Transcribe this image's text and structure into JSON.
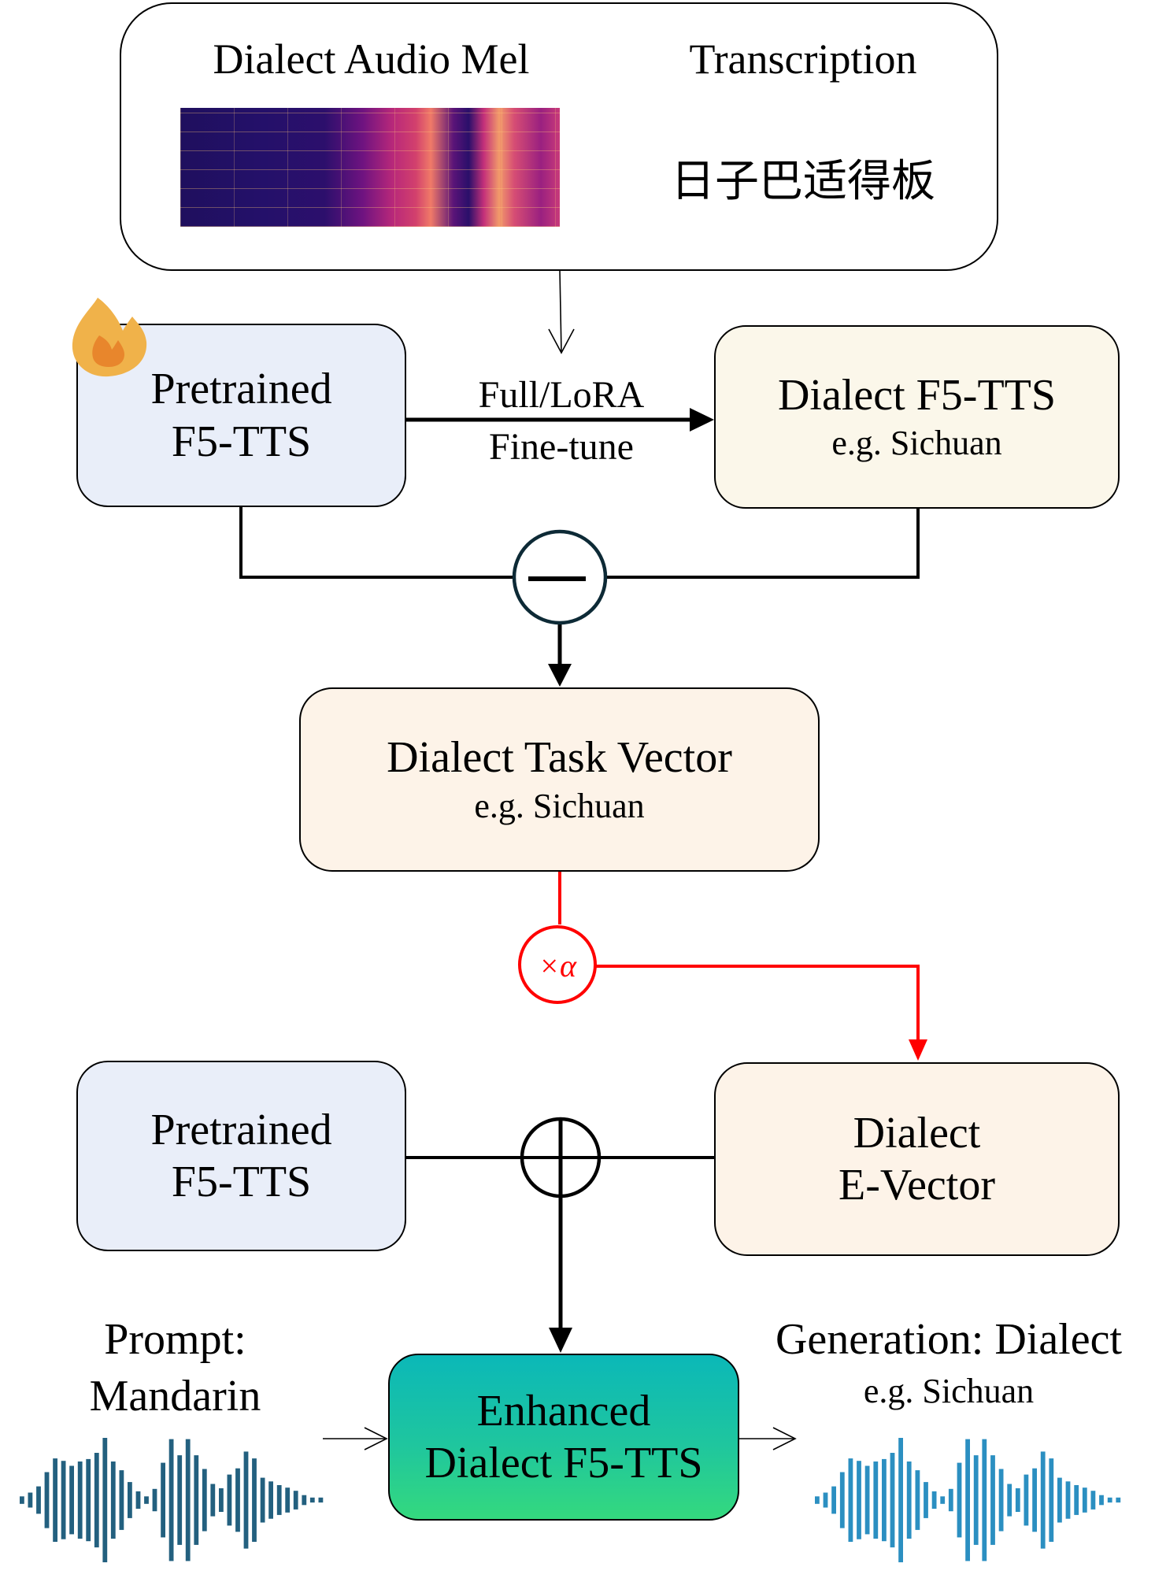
{
  "input_panel": {
    "mel_label": "Dialect Audio Mel",
    "transcription_label": "Transcription",
    "transcription_text": "日子巴适得板"
  },
  "pretrained_top": {
    "line1": "Pretrained",
    "line2": "F5-TTS",
    "icon": "fire-icon"
  },
  "finetune_edge": {
    "line1": "Full/LoRA",
    "line2": "Fine-tune"
  },
  "dialect_model": {
    "title": "Dialect F5-TTS",
    "example": "e.g. Sichuan"
  },
  "subtract_op": {
    "symbol": "minus"
  },
  "task_vector": {
    "title": "Dialect Task Vector",
    "example": "e.g. Sichuan"
  },
  "scale_op": {
    "label": "×α",
    "color": "#ff0000"
  },
  "pretrained_bottom": {
    "line1": "Pretrained",
    "line2": "F5-TTS"
  },
  "e_vector": {
    "line1": "Dialect",
    "line2": "E-Vector"
  },
  "add_op": {
    "symbol": "plus"
  },
  "enhanced_model": {
    "line1": "Enhanced",
    "line2": "Dialect F5-TTS"
  },
  "prompt": {
    "line1": "Prompt:",
    "line2": "Mandarin",
    "wave_color": "#23607f"
  },
  "generation": {
    "line1": "Generation: Dialect",
    "line2": "e.g. Sichuan",
    "wave_color": "#2b8fc1"
  },
  "colors": {
    "pretrained_fill": "#e9eef9",
    "dialect_fill": "#fbf7ea",
    "vector_fill": "#fdf3e8",
    "enhanced_top": "#0bb8b8",
    "enhanced_bottom": "#34d97e",
    "fire_outer": "#f0b24a",
    "fire_inner": "#e8862c"
  }
}
